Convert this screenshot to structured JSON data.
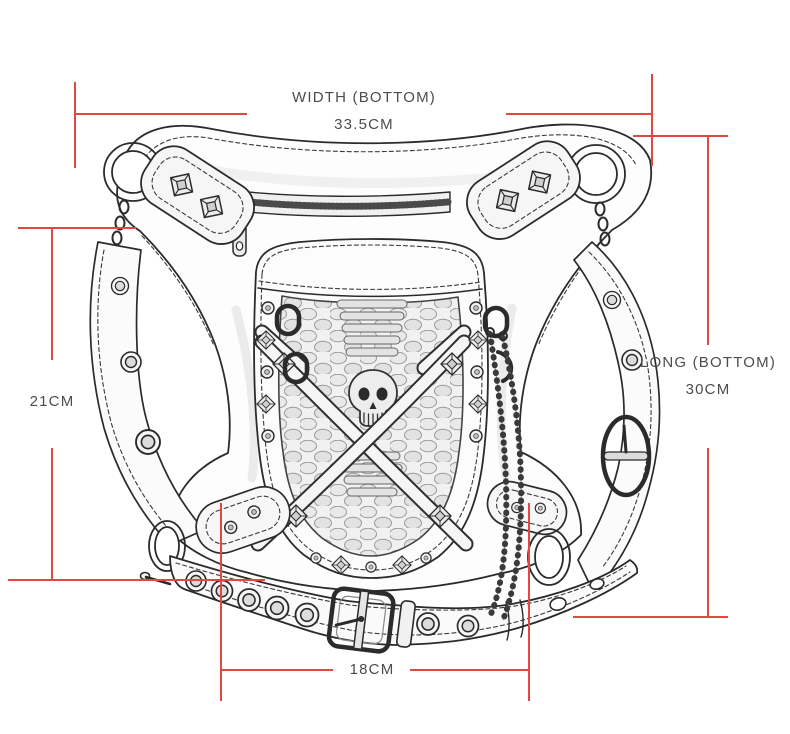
{
  "colors": {
    "dimension_line": "#e04840",
    "label_text": "#4d4d4d",
    "sketch_ink": "#2b2b2b",
    "background": "#ffffff"
  },
  "illustration": {
    "name": "studded-skull-waist-leg-bag-sketch"
  },
  "measurements": {
    "top": {
      "label": "WIDTH (BOTTOM)",
      "value": "33.5CM"
    },
    "right": {
      "label": "LONG (BOTTOM)",
      "value": "30CM"
    },
    "left": {
      "value": "21CM"
    },
    "bottom": {
      "value": "18CM"
    }
  }
}
